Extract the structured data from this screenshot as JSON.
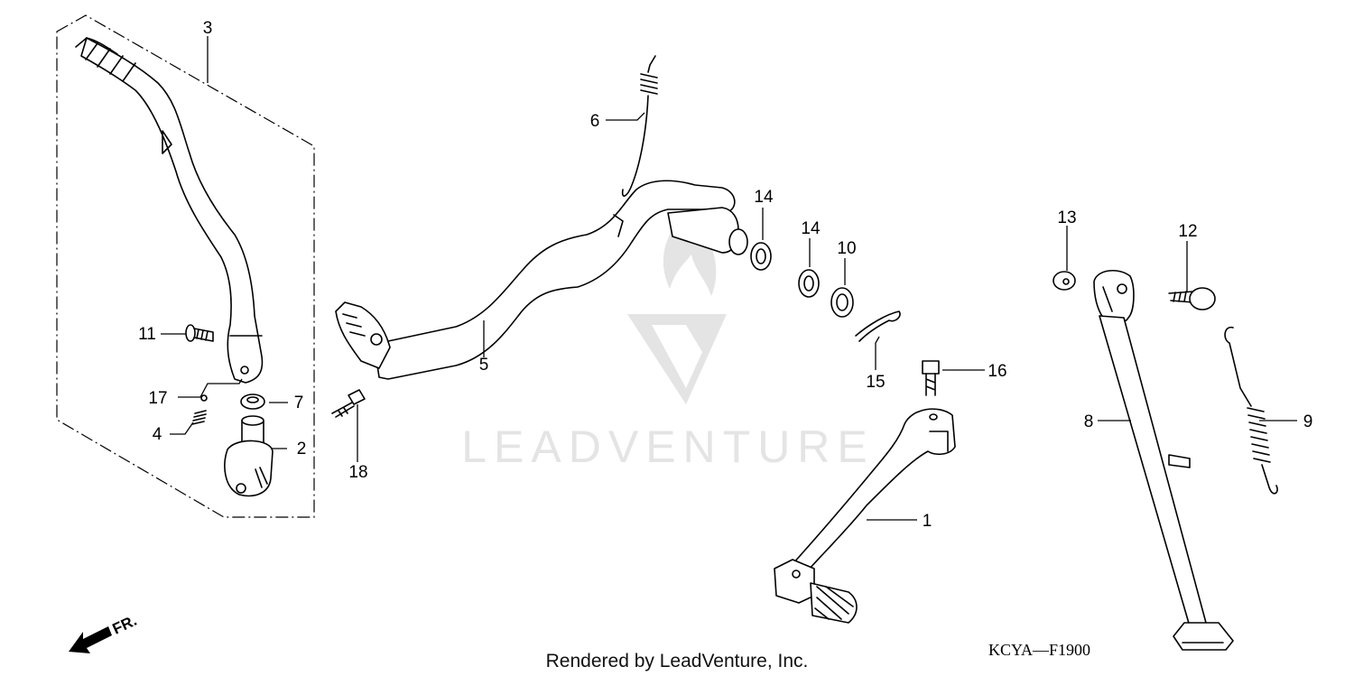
{
  "diagram": {
    "callouts": {
      "c1": "1",
      "c2": "2",
      "c3": "3",
      "c4": "4",
      "c5": "5",
      "c6": "6",
      "c7": "7",
      "c8": "8",
      "c9": "9",
      "c10": "10",
      "c11": "11",
      "c12": "12",
      "c13": "13",
      "c14a": "14",
      "c14b": "14",
      "c15": "15",
      "c16": "16",
      "c17": "17",
      "c18": "18"
    },
    "front_indicator": "FR.",
    "diagram_code": "KCYA—F1900",
    "watermark": "LEADVENTURE",
    "credit": "Rendered by LeadVenture, Inc."
  }
}
